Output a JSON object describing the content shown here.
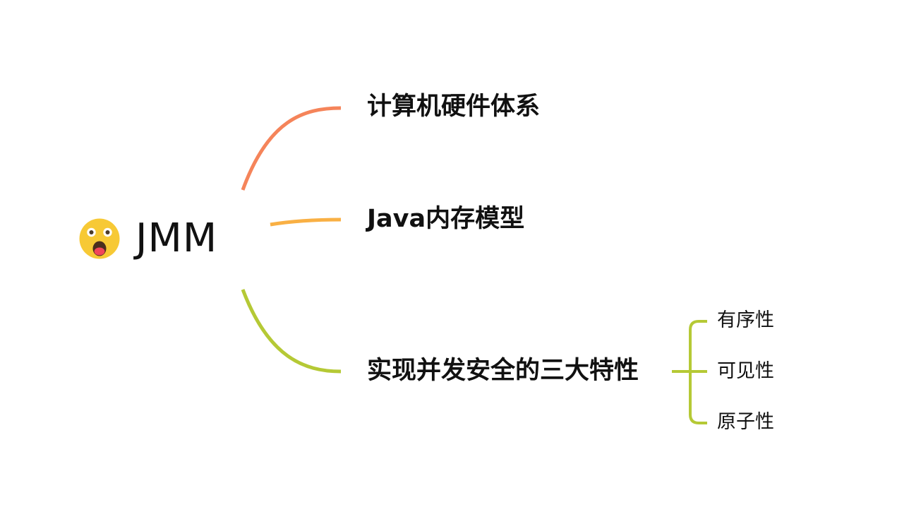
{
  "mindmap": {
    "root": {
      "label": "JMM",
      "icon": "surprised-face-icon"
    },
    "branches": [
      {
        "label": "计算机硬件体系",
        "color": "#F5845A"
      },
      {
        "label": "Java内存模型",
        "color": "#F9B044"
      },
      {
        "label": "实现并发安全的三大特性",
        "color": "#B5C935",
        "children": [
          {
            "label": "有序性"
          },
          {
            "label": "可见性"
          },
          {
            "label": "原子性"
          }
        ]
      }
    ]
  }
}
